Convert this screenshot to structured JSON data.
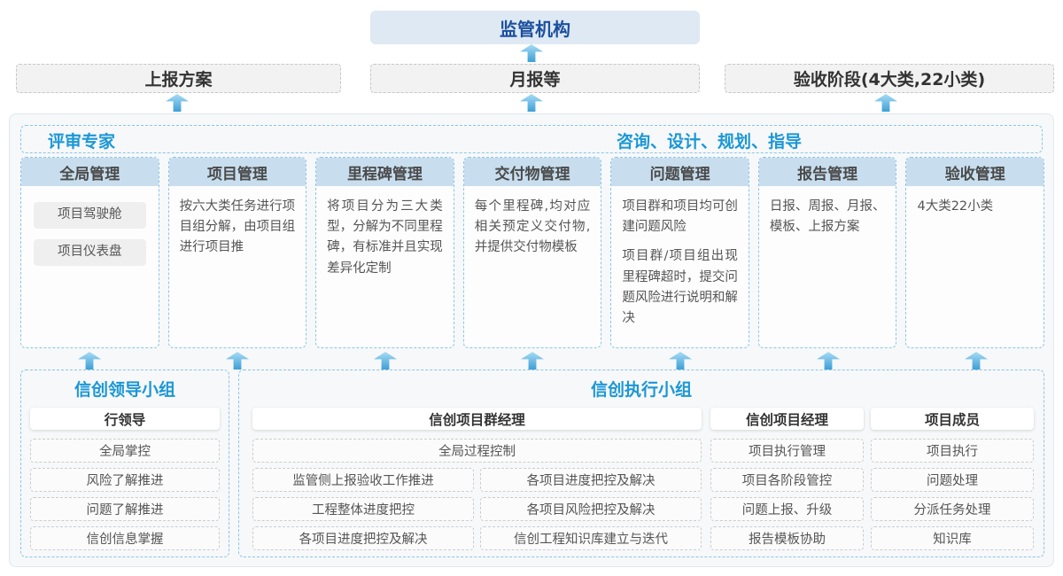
{
  "colors": {
    "accent_blue": "#1b97d6",
    "dark_blue": "#1c4f9e",
    "arrow_blue": "#3d9fd6",
    "column_header_fill": "#c8deee",
    "dashed_border_blue": "#8ac6e8"
  },
  "top": {
    "regulator": "监管机构"
  },
  "row2": {
    "report_plan": "上报方案",
    "monthly_report": "月报等",
    "acceptance_stage": "验收阶段(4大类,22小类)"
  },
  "middle": {
    "left_label": "评审专家",
    "right_label": "咨询、设计、规划、指导",
    "columns": [
      {
        "title": "全局管理",
        "pill1": "项目驾驶舱",
        "pill2": "项目仪表盘"
      },
      {
        "title": "项目管理",
        "text": "按六大类任务进行项目组分解，由项目组进行项目推"
      },
      {
        "title": "里程碑管理",
        "text": "将项目分为三大类型，分解为不同里程碑，有标准并且实现差异化定制"
      },
      {
        "title": "交付物管理",
        "text": "每个里程碑,均对应相关预定义交付物,并提供交付物模板"
      },
      {
        "title": "问题管理",
        "para1": "项目群和项目均可创建问题风险",
        "para2": "项目群/项目组出现里程碑超时，提交问题风险进行说明和解决"
      },
      {
        "title": "报告管理",
        "text": "日报、周报、月报、模板、上报方案"
      },
      {
        "title": "验收管理",
        "text": "4大类22小类"
      }
    ]
  },
  "bottom": {
    "leader_group": {
      "title": "信创领导小组",
      "role": "行领导",
      "items": [
        "全局掌控",
        "风险了解推进",
        "问题了解推进",
        "信创信息掌握"
      ]
    },
    "exec_group": {
      "title": "信创执行小组",
      "program_manager": {
        "role": "信创项目群经理",
        "full_item": "全局过程控制",
        "grid_items": [
          "监管侧上报验收工作推进",
          "各项目进度把控及解决",
          "工程整体进度把控",
          "各项目风险把控及解决",
          "各项目进度把控及解决",
          "信创工程知识库建立与迭代"
        ]
      },
      "project_manager": {
        "role": "信创项目经理",
        "items": [
          "项目执行管理",
          "项目各阶段管控",
          "问题上报、升级",
          "报告模板协助"
        ]
      },
      "member": {
        "role": "项目成员",
        "items": [
          "项目执行",
          "问题处理",
          "分派任务处理",
          "知识库"
        ]
      }
    }
  }
}
